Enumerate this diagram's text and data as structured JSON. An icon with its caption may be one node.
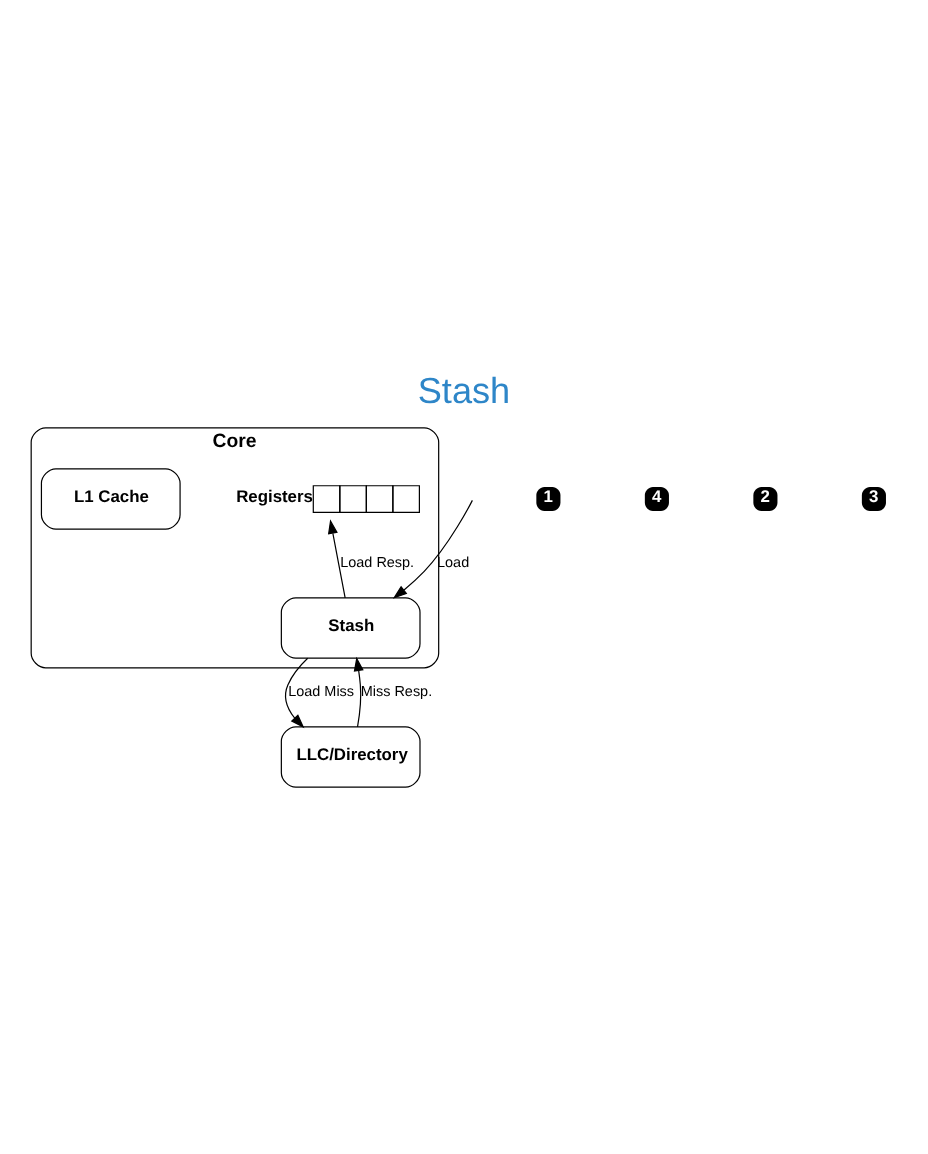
{
  "diagram": {
    "title": "Stash",
    "nodes": [
      {
        "text": [
          "Core"
        ]
      },
      {
        "text": [
          "Registers"
        ],
        "in": 0
      },
      {
        "text": [
          "Stash"
        ],
        "in": 0
      },
      {
        "text": [
          "L1 Cache"
        ],
        "in": 0
      },
      {
        "text": [
          "LLC/Directory"
        ]
      }
    ],
    "edges": [
      {
        "from": null,
        "to": 2,
        "arrow": "to",
        "label": "Load"
      },
      {
        "from": 2,
        "to": 1,
        "arrow": "to",
        "label": "Load Resp."
      },
      {
        "from": 2,
        "to": 4,
        "arrow": "to",
        "label": "Load Miss"
      },
      {
        "from": 4,
        "to": 2,
        "arrow": "to",
        "label": "Miss Resp."
      }
    ],
    "labels": [
      "1",
      "4",
      "2",
      "3"
    ]
  }
}
